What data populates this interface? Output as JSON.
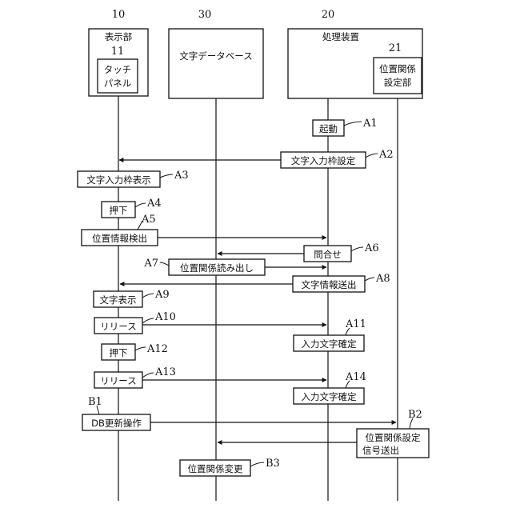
{
  "entities": {
    "display": {
      "number": "10",
      "title": "表示部"
    },
    "touch_panel": {
      "number": "11",
      "line1": "タッチ",
      "line2": "パネル"
    },
    "database": {
      "number": "30",
      "title": "文字データベース"
    },
    "processor": {
      "number": "20",
      "title": "処理装置"
    },
    "position_setting": {
      "number": "21",
      "line1": "位置関係",
      "line2": "設定部"
    }
  },
  "steps": {
    "A1": {
      "ref": "A1",
      "text": "起動"
    },
    "A2": {
      "ref": "A2",
      "text": "文字入力枠設定"
    },
    "A3": {
      "ref": "A3",
      "text": "文字入力枠表示"
    },
    "A4": {
      "ref": "A4",
      "text": "押下"
    },
    "A5": {
      "ref": "A5",
      "text": "位置情報検出"
    },
    "A6": {
      "ref": "A6",
      "text": "問合せ"
    },
    "A7": {
      "ref": "A7",
      "text": "位置関係読み出し"
    },
    "A8": {
      "ref": "A8",
      "text": "文字情報送出"
    },
    "A9": {
      "ref": "A9",
      "text": "文字表示"
    },
    "A10": {
      "ref": "A10",
      "text": "リリース"
    },
    "A11": {
      "ref": "A11",
      "text": "入力文字確定"
    },
    "A12": {
      "ref": "A12",
      "text": "押下"
    },
    "A13": {
      "ref": "A13",
      "text": "リリース"
    },
    "A14": {
      "ref": "A14",
      "text": "入力文字確定"
    },
    "B1": {
      "ref": "B1",
      "text": "DB更新操作"
    },
    "B2": {
      "ref": "B2",
      "line1": "位置関係設定",
      "line2": "信号送出"
    },
    "B3": {
      "ref": "B3",
      "text": "位置関係変更"
    }
  }
}
